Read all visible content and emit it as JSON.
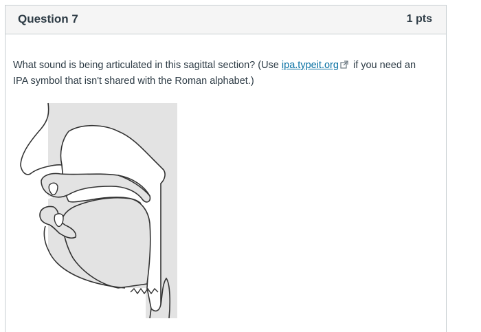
{
  "question": {
    "title": "Question 7",
    "points": "1 pts"
  },
  "prompt": {
    "part1": "What sound is being articulated in this sagittal section? (Use ",
    "link_text": "ipa.typeit.org",
    "part2": " if you need an IPA symbol that isn't shared with the Roman alphabet.)"
  },
  "icons": {
    "external_link": "external-link-icon"
  },
  "colors": {
    "link": "#0770a3",
    "header_bg": "#f5f5f5",
    "figure_fill": "#e3e3e3"
  }
}
